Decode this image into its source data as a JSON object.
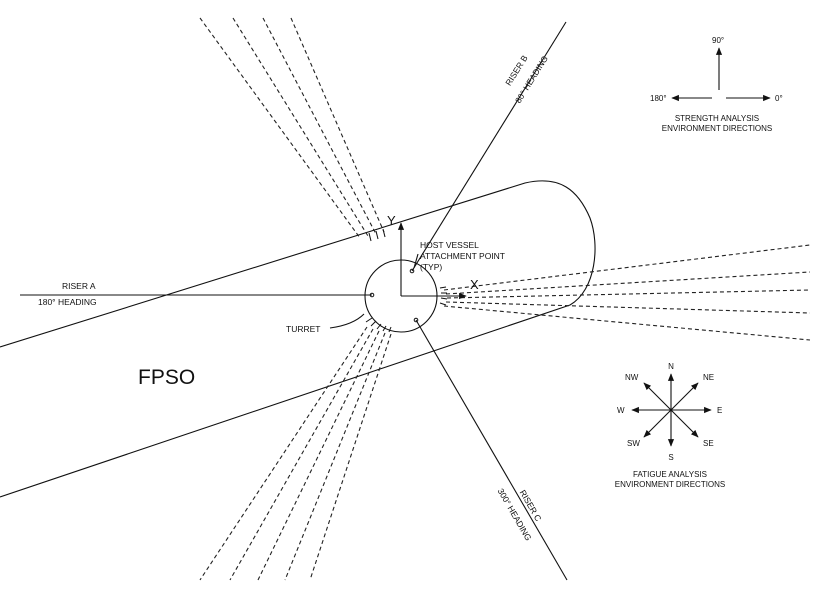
{
  "vessel_label": "FPSO",
  "turret_label": "TURRET",
  "axes": {
    "x": "X",
    "y": "Y"
  },
  "host_attachment": [
    "HOST VESSEL",
    "ATTACHMENT POINT",
    "(TYP)"
  ],
  "risers": {
    "a": {
      "name": "RISER A",
      "heading": "180° HEADING"
    },
    "b": {
      "name": "RISER B",
      "heading": "80° HEADING"
    },
    "c": {
      "name": "RISER C",
      "heading": "300° HEADING"
    }
  },
  "strength": {
    "up": "90°",
    "left": "180°",
    "right": "0°",
    "caption": [
      "STRENGTH ANALYSIS",
      "ENVIRONMENT DIRECTIONS"
    ]
  },
  "fatigue": {
    "n": "N",
    "ne": "NE",
    "e": "E",
    "se": "SE",
    "s": "S",
    "sw": "SW",
    "w": "W",
    "nw": "NW",
    "caption": [
      "FATIGUE ANALYSIS",
      "ENVIRONMENT DIRECTIONS"
    ]
  }
}
